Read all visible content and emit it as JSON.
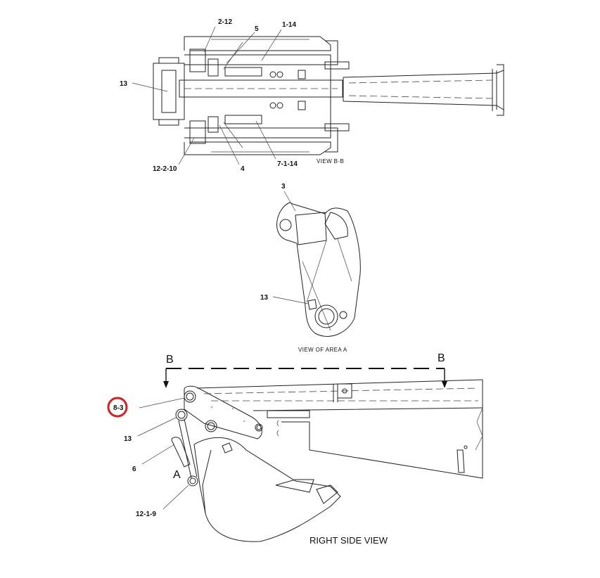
{
  "views": {
    "view_bb": {
      "caption": "VIEW B-B",
      "callouts": [
        "2-12",
        "5",
        "1-14",
        "13",
        "12-2-10",
        "4",
        "7-1-14"
      ]
    },
    "view_area_a": {
      "caption": "VIEW OF AREA A",
      "callouts": [
        "3",
        "13"
      ]
    },
    "right_side_view": {
      "caption": "RIGHT SIDE VIEW",
      "section_marks": [
        "B",
        "B"
      ],
      "area_mark": "A",
      "callouts": [
        "8-3",
        "13",
        "6",
        "12-1-9"
      ]
    }
  },
  "highlight": {
    "color": "#d42020",
    "target": "8-3"
  }
}
